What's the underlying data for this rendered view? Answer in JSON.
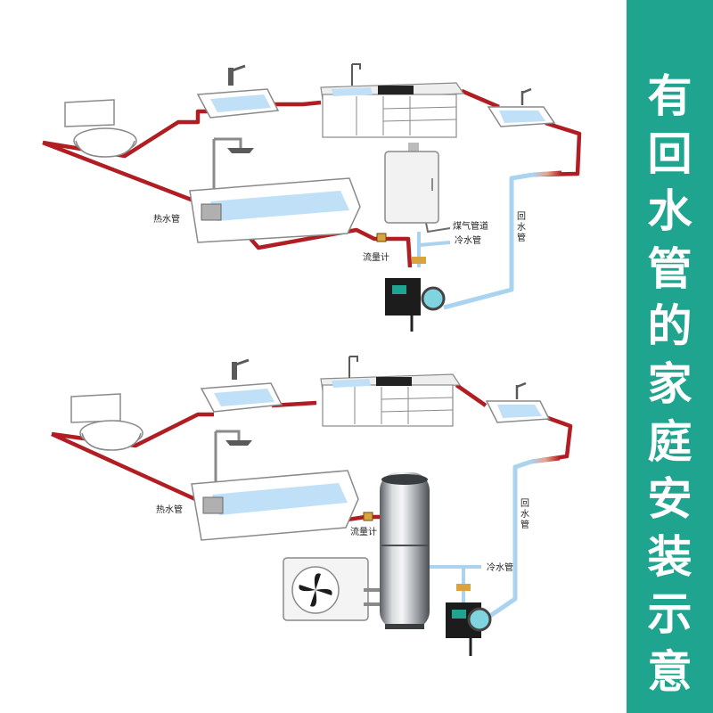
{
  "side_title": [
    "有",
    "回",
    "水",
    "管",
    "的",
    "家",
    "庭",
    "安",
    "装",
    "示",
    "意"
  ],
  "top": {
    "hot_pipe": "热水管",
    "flow_meter": "流量计",
    "gas_pipe": "煤气管道",
    "cold_pipe": "冷水管",
    "return_pipe": [
      "回",
      "水",
      "管"
    ]
  },
  "bottom": {
    "hot_pipe": "热水管",
    "flow_meter": "流量计",
    "cold_pipe": "冷水管",
    "return_pipe": [
      "回",
      "水",
      "管"
    ]
  },
  "colors": {
    "panel": "#1fa48f",
    "hot_pipe": "#b01e23",
    "return_pipe": "#a9d3ef",
    "water": "#bfe0f7"
  }
}
